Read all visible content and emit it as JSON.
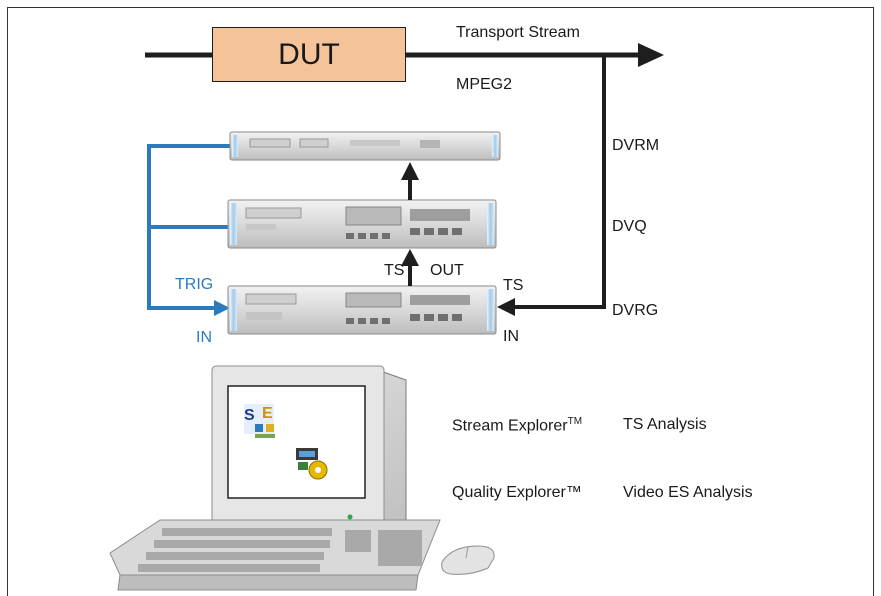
{
  "dut": {
    "label": "DUT"
  },
  "signals": {
    "transport_stream": "Transport Stream",
    "mpeg2": "MPEG2",
    "ts_out_left": "TS",
    "ts_out_right": "OUT",
    "ts_in_top": "TS",
    "ts_in_bottom": "IN",
    "trig": "TRIG",
    "trig_in": "IN"
  },
  "devices": {
    "dvrm": "DVRM",
    "dvq": "DVQ",
    "dvrg": "DVRG"
  },
  "software": [
    {
      "name": "Stream Explorer",
      "tm": "TM",
      "function": "TS Analysis"
    },
    {
      "name": "Quality Explorer",
      "tm": "™",
      "function": "Video ES Analysis"
    }
  ],
  "colors": {
    "dut_fill": "#f4c39a",
    "trigger_line": "#2b7bbd",
    "signal_line": "#1e1e1e"
  }
}
